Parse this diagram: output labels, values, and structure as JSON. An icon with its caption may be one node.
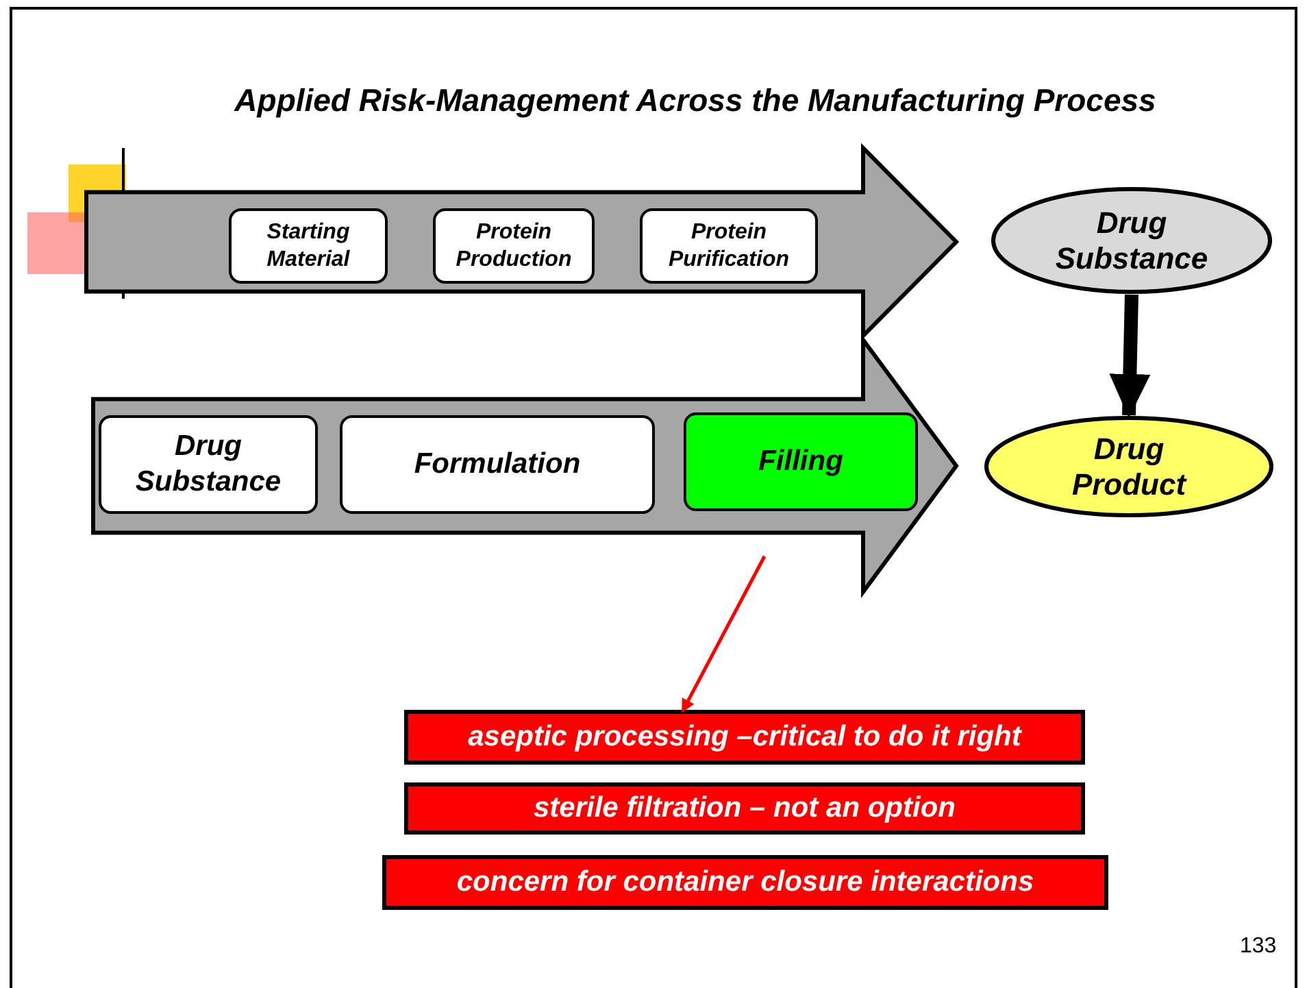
{
  "diagram": {
    "title": "Applied Risk-Management Across the Manufacturing Process",
    "nodes": [
      {
        "text": [],
        "shape": "arrow"
      },
      {
        "text": [
          "Starting Material"
        ],
        "in": 0
      },
      {
        "text": [
          "Protein Production"
        ],
        "in": 0
      },
      {
        "text": [
          "Protein Purification"
        ],
        "in": 0
      },
      {
        "text": [
          "Drug Substance"
        ]
      },
      {
        "text": [],
        "shape": "arrow"
      },
      {
        "text": [
          "Drug Substance"
        ],
        "in": 5
      },
      {
        "text": [
          "Formulation"
        ],
        "in": 5
      },
      {
        "text": [
          "Filling"
        ],
        "in": 5
      },
      {
        "text": [
          "Drug Product"
        ]
      },
      {
        "text": [
          "aseptic processing –critical to do it right"
        ]
      },
      {
        "text": [
          "sterile filtration – not an option"
        ]
      },
      {
        "text": [
          "concern for container closure interactions"
        ]
      }
    ],
    "edges": [
      {
        "from": 4,
        "to": 9,
        "arrow": "to",
        "style": "thick"
      },
      {
        "from": null,
        "to": 10,
        "arrow": "to",
        "color": "#ff0000"
      }
    ],
    "labels": [
      "133"
    ]
  }
}
